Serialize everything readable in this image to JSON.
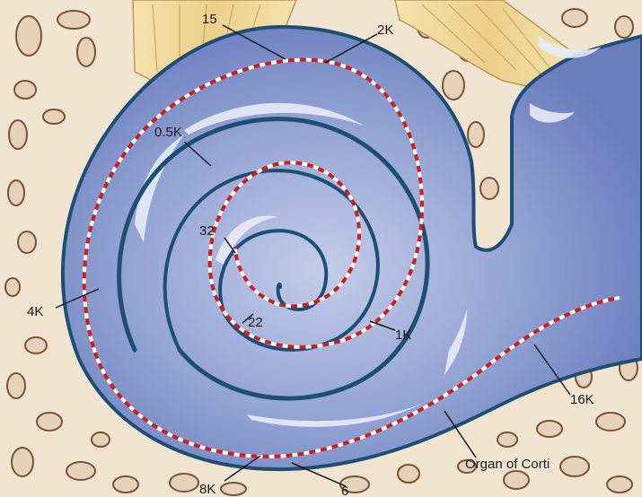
{
  "labels": {
    "l15": "15",
    "l2k": "2K",
    "l05k": "0.5K",
    "l32": "32",
    "l22": "22",
    "l1k": "1K",
    "l4k": "4K",
    "l16k": "16K",
    "l8k": "8K",
    "l6": "6",
    "organ": "Organ of Corti"
  },
  "colors": {
    "background_bone": "#f1e5d2",
    "bone_pore_fill": "#e6d2bb",
    "bone_pore_outline": "#7a5238",
    "cochlea_fill": "#7d8fc7",
    "cochlea_light": "#c4cde9",
    "cochlea_outline": "#1f4e74",
    "nerve_fiber": "#f0d79a",
    "tonotopic_line_red": "#cc1f1f",
    "tonotopic_line_white": "#ffffff"
  }
}
